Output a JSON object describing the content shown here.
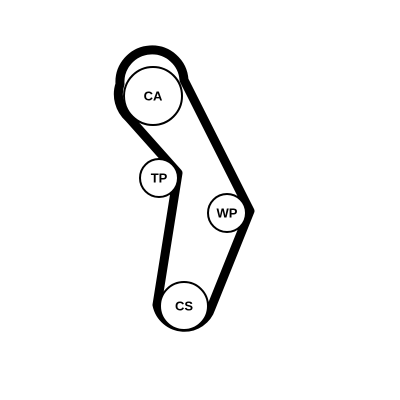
{
  "diagram": {
    "type": "timing-belt-routing",
    "colors": {
      "belt": "#000000",
      "pulley_outline": "#000000",
      "pulley_fill": "#ffffff",
      "background": "#ffffff"
    },
    "pulleys": [
      {
        "id": "camshaft",
        "label": "CA"
      },
      {
        "id": "tensioner",
        "label": "TP"
      },
      {
        "id": "water-pump",
        "label": "WP"
      },
      {
        "id": "crankshaft",
        "label": "CS"
      }
    ]
  }
}
